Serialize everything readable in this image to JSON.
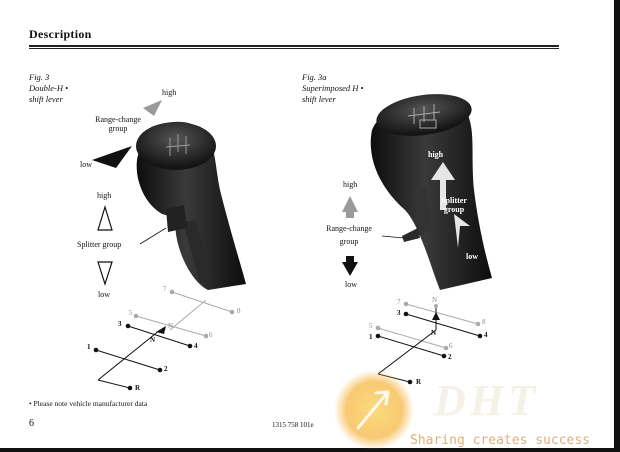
{
  "heading": "Description",
  "fig3": {
    "caption": [
      "Fig. 3",
      "Double-H •",
      "shift lever"
    ],
    "labels": {
      "high_top": "high",
      "range_change": [
        "Range-change",
        "group"
      ],
      "low_left": "low",
      "high_mid": "high",
      "splitter_group": "Splitter group",
      "low_mid": "low"
    },
    "gears": {
      "g1": "1",
      "g2": "2",
      "g3": "3",
      "g4": "4",
      "g5": "5",
      "g6": "6",
      "g7": "7",
      "g8": "8",
      "n": "N",
      "r": "R"
    }
  },
  "fig3a": {
    "caption": [
      "Fig. 3a",
      "Superimposed H •",
      "shift lever"
    ],
    "labels": {
      "high": "high",
      "range_change": [
        "Range-change",
        "group"
      ],
      "low": "low",
      "knob_high": "high",
      "knob_splitter": [
        "Splitter",
        "group"
      ],
      "knob_low": "low"
    },
    "gears": {
      "g1": "1",
      "g2": "2",
      "g3": "3",
      "g4": "4",
      "g5": "5",
      "g6": "6",
      "g7": "7",
      "g8": "8",
      "n": "N",
      "r": "R"
    }
  },
  "footnote": "• Please note vehicle manufacturer data",
  "page_number": "6",
  "doc_number": "1315 758 101e",
  "watermark": {
    "logo": "DHT",
    "slogan": "Sharing creates success"
  },
  "colors": {
    "paper": "#ffffff",
    "text": "#111111",
    "knob": "#1c1c1c",
    "grey_arrow": "#9a9a9a",
    "watermark_orange": "#f5b335"
  }
}
